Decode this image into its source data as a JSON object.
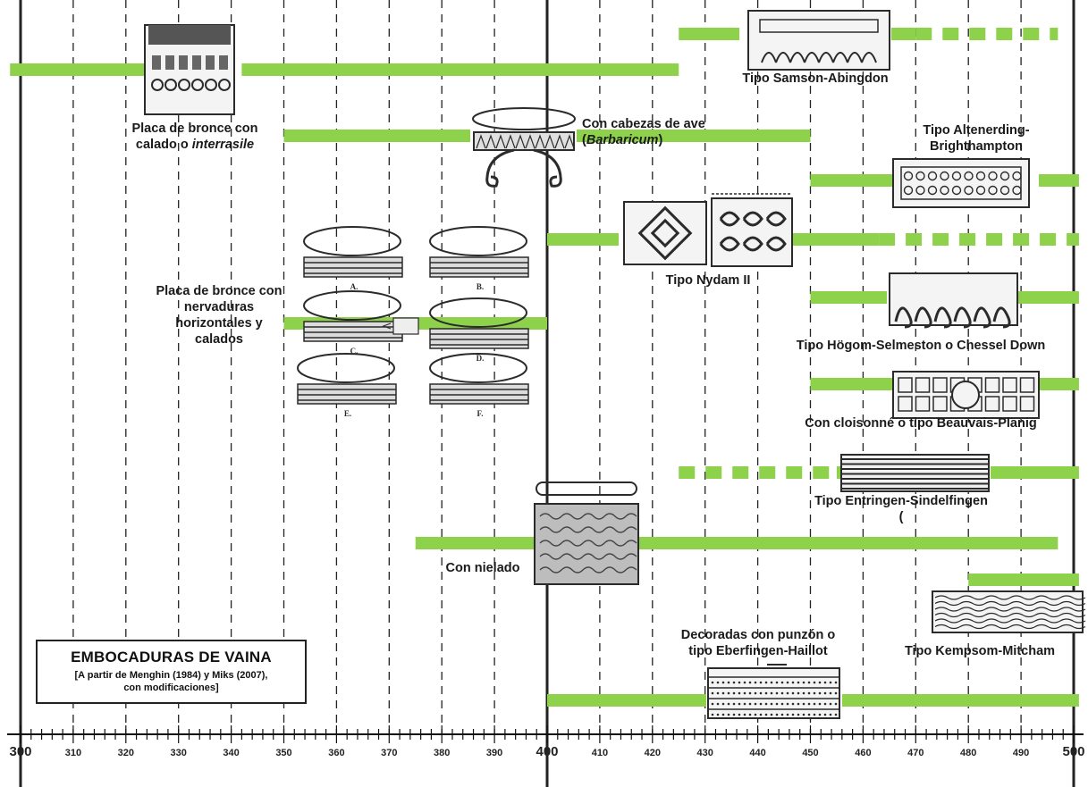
{
  "title": "EMBOCADURAS DE VAINA",
  "subtitle_line1": "[A partir de Menghin (1984) y Miks (2007),",
  "subtitle_line2": "con modificaciones]",
  "colors": {
    "bar": "#8ed24b",
    "axis": "#111111",
    "grid": "#222222"
  },
  "axis": {
    "min": 300,
    "max": 500,
    "major": [
      300,
      400,
      500
    ],
    "minor_step": 10,
    "small_step": 2
  },
  "types": [
    {
      "id": "placa-calado",
      "lines": [
        "Placa de bronce con",
        "calado o |interrasile|"
      ],
      "segments": [
        {
          "from": 298,
          "to": 325,
          "style": "solid"
        },
        {
          "from": 342,
          "to": 425,
          "style": "solid"
        }
      ],
      "image": "openwork-plate"
    },
    {
      "id": "samson-abingdon",
      "lines": [
        "Tipo Samson-Abingdon"
      ],
      "segments": [
        {
          "from": 425,
          "to": 470,
          "style": "solid"
        },
        {
          "from": 470,
          "to": 497,
          "style": "dashed"
        }
      ],
      "image": "decorated-plate"
    },
    {
      "id": "cabezas-ave",
      "lines": [
        "Con cabezas de ave",
        "(|Barbaricum|)"
      ],
      "segments": [
        {
          "from": 350,
          "to": 450,
          "style": "solid"
        }
      ],
      "image": "bird-head-fitting"
    },
    {
      "id": "altenerding",
      "lines": [
        "Tipo Altenerding-",
        "Brighthampton"
      ],
      "segments": [
        {
          "from": 450,
          "to": 501,
          "style": "solid"
        }
      ],
      "image": "spiral-plate"
    },
    {
      "id": "nydam",
      "lines": [
        "Tipo Nydam II"
      ],
      "segments": [
        {
          "from": 400,
          "to": 463,
          "style": "solid"
        },
        {
          "from": 463,
          "to": 501,
          "style": "dashed"
        }
      ],
      "image": "interlace-plates"
    },
    {
      "id": "nervaduras",
      "lines": [
        "Placa de bronce con",
        "nervaduras",
        "horizontales y",
        "calados"
      ],
      "segments": [
        {
          "from": 350,
          "to": 400,
          "style": "solid"
        }
      ],
      "image": "ribbed-plates-a-f"
    },
    {
      "id": "hogom",
      "lines": [
        "Tipo Högom-Selmeston o Chessel Down"
      ],
      "segments": [
        {
          "from": 450,
          "to": 501,
          "style": "solid"
        }
      ],
      "image": "animal-style-plate"
    },
    {
      "id": "cloisonne",
      "lines": [
        "Con cloisonné o tipo Beauvais-Planig"
      ],
      "segments": [
        {
          "from": 450,
          "to": 501,
          "style": "solid"
        }
      ],
      "image": "cloisonne-plate"
    },
    {
      "id": "entringen",
      "lines": [
        "Tipo Entringen-Sindelfingen",
        "("
      ],
      "segments": [
        {
          "from": 425,
          "to": 455,
          "style": "dashed"
        },
        {
          "from": 455,
          "to": 501,
          "style": "solid"
        }
      ],
      "image": "grooved-plate"
    },
    {
      "id": "nielado",
      "lines": [
        "Con nielado"
      ],
      "segments": [
        {
          "from": 375,
          "to": 497,
          "style": "solid"
        }
      ],
      "image": "niello-plate"
    },
    {
      "id": "kempsom",
      "lines": [
        "Tipo Kempsom-Mitcham"
      ],
      "segments": [
        {
          "from": 480,
          "to": 501,
          "style": "solid"
        }
      ],
      "image": "wavy-lines-plate"
    },
    {
      "id": "eberfingen",
      "lines": [
        "Decoradas con punzón o",
        "tipo Eberfingen-Haillot"
      ],
      "segments": [
        {
          "from": 400,
          "to": 501,
          "style": "solid"
        }
      ],
      "image": "punched-plate"
    }
  ],
  "plate_letters": [
    "A.",
    "B.",
    "C.",
    "D.",
    "E.",
    "F."
  ]
}
